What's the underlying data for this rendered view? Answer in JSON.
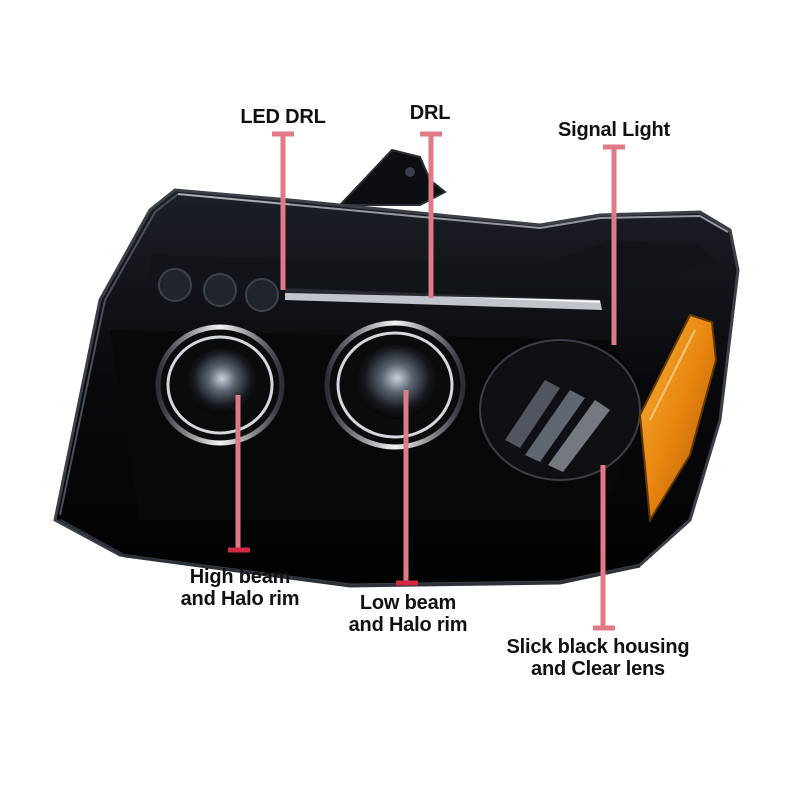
{
  "callouts": {
    "led_drl": "LED DRL",
    "drl": "DRL",
    "signal_light": "Signal Light",
    "high_beam": [
      "High beam",
      "and Halo rim"
    ],
    "low_beam": [
      "Low beam",
      "and Halo rim"
    ],
    "housing": [
      "Slick black housing",
      "and Clear lens"
    ]
  },
  "colors": {
    "leader_line": "#e07a86",
    "leader_tip": "#d22a43",
    "housing": "#0b0c10",
    "amber_reflector": "#e8850f",
    "halo_ring": "#e8eef5"
  }
}
